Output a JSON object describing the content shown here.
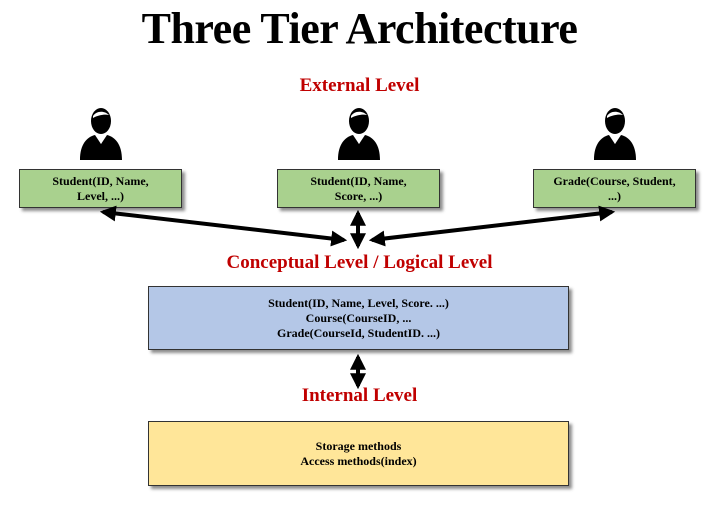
{
  "title": "Three Tier Architecture",
  "colors": {
    "label_red": "#c00000",
    "external_fill": "#a9d18e",
    "conceptual_fill": "#b4c7e7",
    "internal_fill": "#ffe699",
    "icon": "#000000"
  },
  "external": {
    "label": "External Level",
    "icon": "user-icon",
    "views": [
      {
        "lines": [
          "Student(ID, Name,",
          "Level, ...)"
        ]
      },
      {
        "lines": [
          "Student(ID, Name,",
          "Score, ...)"
        ]
      },
      {
        "lines": [
          "Grade(Course, Student,",
          "...)"
        ]
      }
    ]
  },
  "conceptual": {
    "label": "Conceptual Level / Logical Level",
    "lines": [
      "Student(ID, Name, Level, Score. ...)",
      "Course(CourseID, ...",
      "Grade(CourseId, StudentID.  ...)"
    ]
  },
  "internal": {
    "label": "Internal Level",
    "lines": [
      "Storage methods",
      "Access methods(index)"
    ]
  }
}
